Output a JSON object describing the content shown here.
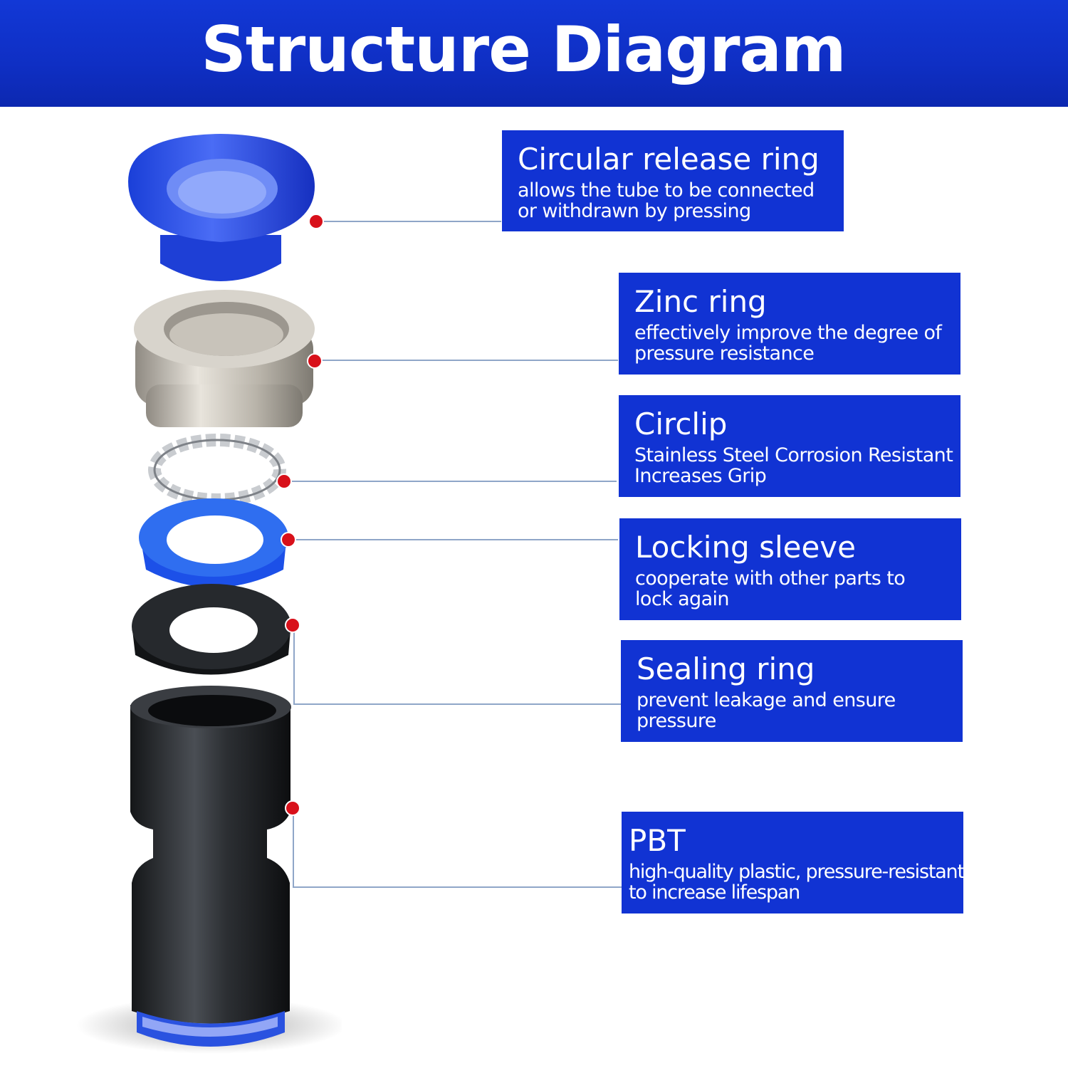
{
  "title": "Structure Diagram",
  "colors": {
    "header_blue": "#1238d6",
    "callout_blue": "#1133d3",
    "marker_red": "#d8101a"
  },
  "callouts": [
    {
      "title": "Circular release ring",
      "line1": "allows the tube to be connected",
      "line2": "or withdrawn by pressing"
    },
    {
      "title": "Zinc ring",
      "line1": "effectively improve the degree of",
      "line2": "pressure resistance"
    },
    {
      "title": "Circlip",
      "line1": "Stainless Steel Corrosion Resistant",
      "line2": "Increases Grip"
    },
    {
      "title": "Locking sleeve",
      "line1": "cooperate with other parts to",
      "line2": "lock again"
    },
    {
      "title": "Sealing ring",
      "line1": "prevent leakage and ensure",
      "line2": "pressure"
    },
    {
      "title": "PBT",
      "line1": "high-quality plastic, pressure-resistant",
      "line2": "to increase lifespan"
    }
  ]
}
